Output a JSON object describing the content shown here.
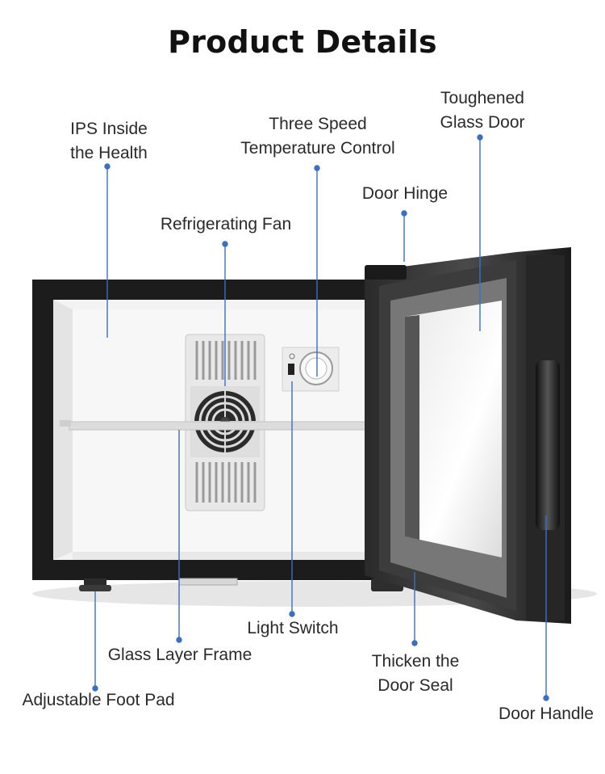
{
  "title": "Product Details",
  "colors": {
    "leader_line": "#3a6fc4",
    "cabinet_frame": "#1c1c1c",
    "interior": "#f3f3f3"
  },
  "labels": {
    "ips_inside": [
      "IPS Inside",
      "the Health"
    ],
    "three_speed": [
      "Three Speed",
      "Temperature Control"
    ],
    "toughened_glass": [
      "Toughened",
      "Glass Door"
    ],
    "door_hinge": "Door Hinge",
    "refrigerating_fan": "Refrigerating Fan",
    "light_switch": "Light Switch",
    "glass_layer_frame": "Glass Layer Frame",
    "thicken_seal": [
      "Thicken the",
      "Door Seal"
    ],
    "adjustable_foot": "Adjustable Foot Pad",
    "door_handle": "Door Handle"
  }
}
